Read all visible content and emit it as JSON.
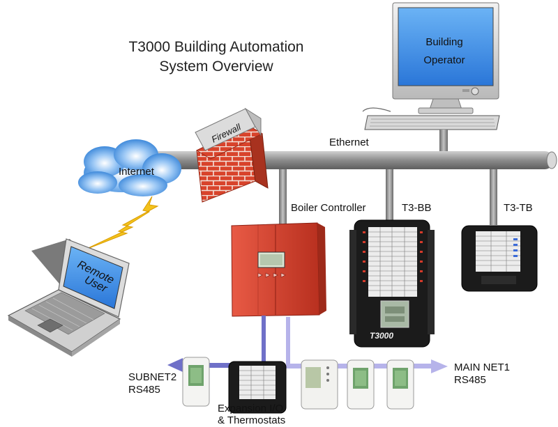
{
  "title": {
    "line1": "T3000 Building Automation",
    "line2": "System Overview"
  },
  "nodes": {
    "internet": "Internet",
    "firewall": "Firewall",
    "ethernet": "Ethernet",
    "operator_line1": "Building",
    "operator_line2": "Operator",
    "remote_line1": "Remote",
    "remote_line2": "User",
    "boiler_controller": "Boiler Controller",
    "t3bb": "T3-BB",
    "t3tb": "T3-TB",
    "t3000_logo": "T3000",
    "subnet_line1": "SUBNET2",
    "subnet_line2": "RS485",
    "mainnet_line1": "MAIN NET1",
    "mainnet_line2": "RS485",
    "expansion_line1": "Expansion I/O",
    "expansion_line2": "& Thermostats"
  },
  "colors": {
    "ethernet_bus": "#9a9a9a",
    "cloud": "#3f8fe0",
    "firewall_brick": "#d8432b",
    "boiler_body": "#d9412f",
    "lightning": "#f3c21c",
    "subnet_line": "#6f70c8",
    "mainnet_line": "#b6b3ea"
  }
}
